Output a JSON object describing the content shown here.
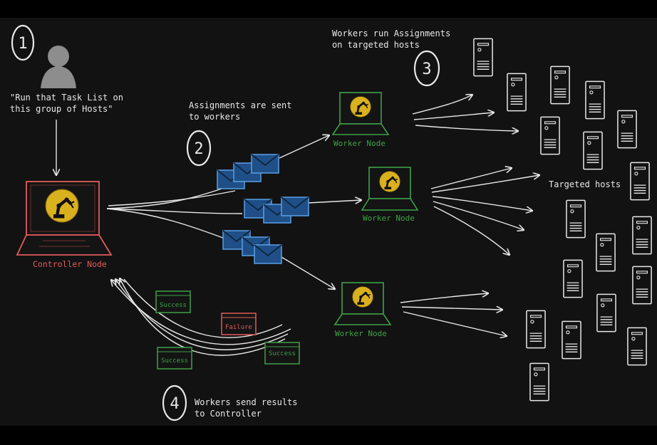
{
  "colors": {
    "background": "#000000",
    "board": "#121212",
    "ink": "#e8e8e8",
    "controller": "#e25b5b",
    "worker": "#3fa047",
    "envelope_fill": "#1f4f86",
    "envelope_stroke": "#5aa0e6",
    "failure": "#e25b5b",
    "success": "#3fa047",
    "robot_disc": "#d9b11e"
  },
  "steps": {
    "step1_number": "1",
    "step2_number": "2",
    "step3_number": "3",
    "step4_number": "4"
  },
  "user": {
    "quote_line1": "\"Run that Task List on",
    "quote_line2": "this group of Hosts\""
  },
  "assignments": {
    "label_line1": "Assignments are sent",
    "label_line2": "to workers"
  },
  "workers_run": {
    "label_line1": "Workers run Assignments",
    "label_line2": "on targeted hosts"
  },
  "results": {
    "label_line1": "Workers send results",
    "label_line2": "to Controller"
  },
  "controller": {
    "label": "Controller Node"
  },
  "workers": [
    {
      "label": "Worker Node"
    },
    {
      "label": "Worker Node"
    },
    {
      "label": "Worker Node"
    }
  ],
  "targeted_hosts_label": "Targeted hosts",
  "result_cards": [
    {
      "label": "Success",
      "status": "success"
    },
    {
      "label": "Failure",
      "status": "failure"
    },
    {
      "label": "Success",
      "status": "success"
    },
    {
      "label": "Success",
      "status": "success"
    }
  ],
  "icons": {
    "user": "user-silhouette-icon",
    "robot": "robot-arm-logo-icon",
    "envelope": "envelope-icon",
    "server": "server-tower-icon"
  }
}
